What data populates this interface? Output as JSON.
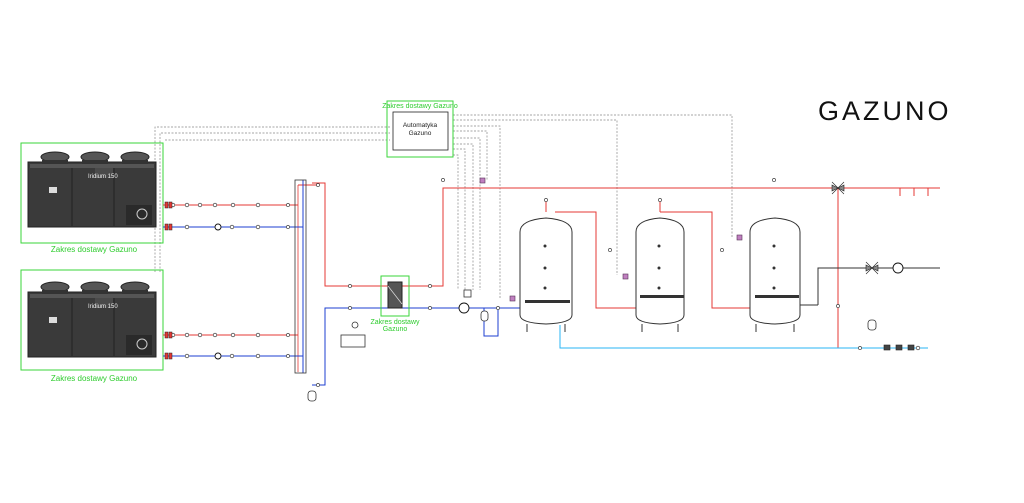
{
  "brand": {
    "logo_text": "GAZUNO"
  },
  "units": [
    {
      "model_label": "Iridium 150",
      "scope_label": "Zakres dostawy Gazuno"
    },
    {
      "model_label": "Iridium 150",
      "scope_label": "Zakres dostawy Gazuno"
    }
  ],
  "automation": {
    "scope_label": "Zakres dostawy Gazuno",
    "box_line1": "Automatyka",
    "box_line2": "Gazuno"
  },
  "exchanger": {
    "scope_line1": "Zakres dostawy",
    "scope_line2": "Gazuno"
  },
  "colors": {
    "supply": "#e53935",
    "return": "#1e3fd1",
    "cold_water": "#29b6f6",
    "control": "#777777",
    "scope_frame": "#39d63a",
    "equipment": "#444444"
  }
}
